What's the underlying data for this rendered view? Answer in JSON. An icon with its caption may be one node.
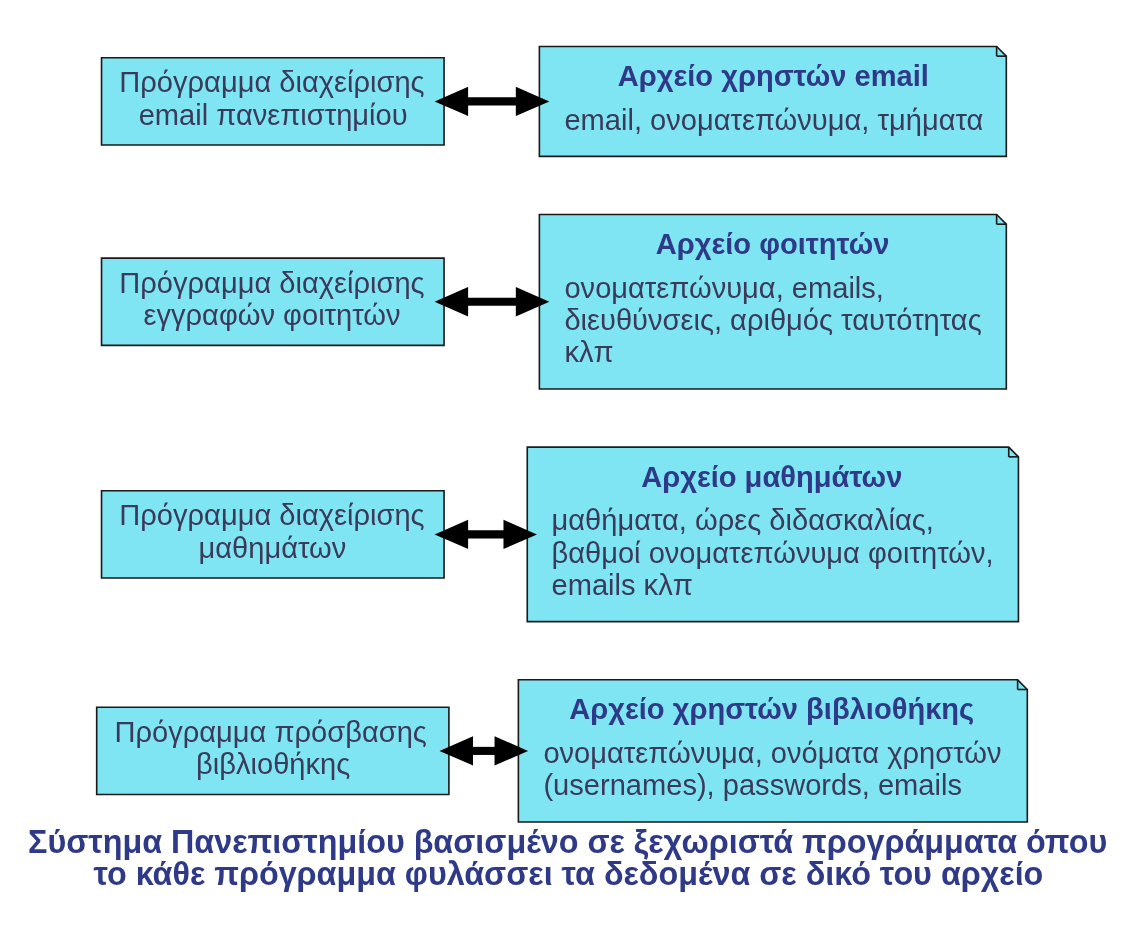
{
  "diagram": {
    "caption": "Σύστημα Πανεπιστημίου βασισμένο σε ξεχωριστά προγράμματα όπου το κάθε πρόγραμμα φυλάσσει τα δεδομένα σε δικό του αρχείο",
    "nodes": [
      {
        "text": [
          "Πρόγραμμα διαχείρισης email πανεπιστημίου"
        ]
      },
      {
        "text": [
          "Αρχείο χρηστών email",
          "email, ονοματεπώνυμα, τμήματα"
        ]
      },
      {
        "text": [
          "Πρόγραμμα διαχείρισης εγγραφών φοιτητών"
        ]
      },
      {
        "text": [
          "Αρχείο φοιτητών",
          "ονοματεπώνυμα, emails, διευθύνσεις, αριθμός ταυτότητας κλπ"
        ]
      },
      {
        "text": [
          "Πρόγραμμα διαχείρισης μαθημάτων"
        ]
      },
      {
        "text": [
          "Αρχείο μαθημάτων",
          "μαθήματα, ώρες διδασκαλίας, βαθμοί ονοματεπώνυμα φοιτητών, emails κλπ"
        ]
      },
      {
        "text": [
          "Πρόγραμμα πρόσβασης βιβλιοθήκης"
        ]
      },
      {
        "text": [
          "Αρχείο χρηστών βιβλιοθήκης",
          "ονοματεπώνυμα, ονόματα χρηστών (usernames), passwords, emails"
        ]
      }
    ],
    "edges": [
      {
        "from": 0,
        "to": 1,
        "arrow": "both"
      },
      {
        "from": 2,
        "to": 3,
        "arrow": "both"
      },
      {
        "from": 4,
        "to": 5,
        "arrow": "both"
      },
      {
        "from": 6,
        "to": 7,
        "arrow": "both"
      }
    ]
  }
}
